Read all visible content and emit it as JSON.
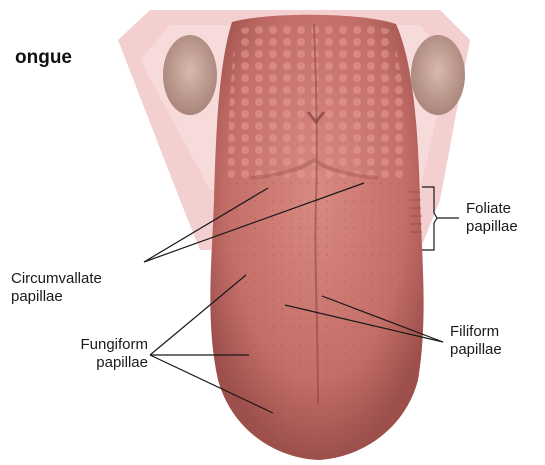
{
  "figure": {
    "title": "ongue",
    "labels": {
      "foliate": "Foliate\npapillae",
      "circumvallate": "Circumvallate\npapillae",
      "fungiform": "Fungiform\npapillae",
      "filiform": "Filiform\npapillae"
    }
  },
  "colors": {
    "tongue": "#c9766e",
    "tongue_shadow": "#9c4f4b",
    "tissue": "#f4cfcf",
    "tonsil": "#c8a49a",
    "line": "#1a1a1a"
  }
}
